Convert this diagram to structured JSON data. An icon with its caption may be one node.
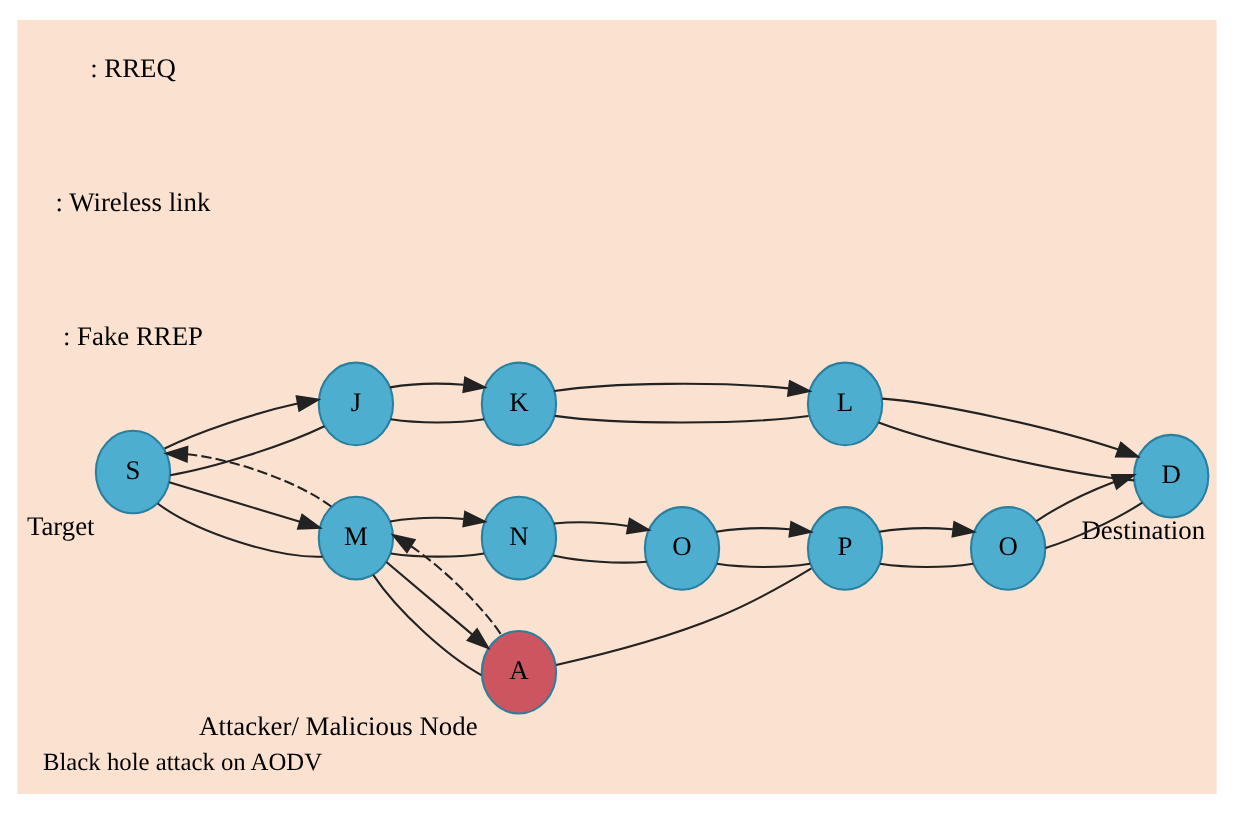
{
  "diagram": {
    "caption": "Black hole attack on AODV",
    "nodes": [
      {
        "text": [
          "S"
        ],
        "beside": [
          "Target"
        ]
      },
      {
        "text": [
          "J"
        ]
      },
      {
        "text": [
          "K"
        ]
      },
      {
        "text": [
          "L"
        ]
      },
      {
        "text": [
          "D"
        ],
        "beside": [
          "Destination"
        ]
      },
      {
        "text": [
          "N"
        ]
      },
      {
        "text": [
          "M"
        ]
      },
      {
        "text": [
          "A"
        ],
        "beside": [
          "Attacker/ Malicious Node"
        ]
      },
      {
        "text": [
          "O"
        ]
      },
      {
        "text": [
          "P"
        ]
      },
      {
        "text": [
          "O"
        ]
      }
    ],
    "edges": [
      {
        "from": 0,
        "to": 1,
        "arrow": "none"
      },
      {
        "from": 1,
        "to": 2,
        "arrow": "none"
      },
      {
        "from": 2,
        "to": 3,
        "arrow": "none"
      },
      {
        "from": 3,
        "to": 4,
        "arrow": "none"
      },
      {
        "from": 0,
        "to": 6,
        "arrow": "none"
      },
      {
        "from": 6,
        "to": 5,
        "arrow": "none"
      },
      {
        "from": 5,
        "to": 8,
        "arrow": "none"
      },
      {
        "from": 8,
        "to": 9,
        "arrow": "none"
      },
      {
        "from": 9,
        "to": 10,
        "arrow": "none"
      },
      {
        "from": 10,
        "to": 4,
        "arrow": "none"
      },
      {
        "from": 6,
        "to": 7,
        "arrow": "none"
      },
      {
        "from": 7,
        "to": 9,
        "arrow": "none"
      },
      {
        "from": 0,
        "to": 1,
        "arrow": "to"
      },
      {
        "from": 1,
        "to": 2,
        "arrow": "to"
      },
      {
        "from": 2,
        "to": 3,
        "arrow": "to"
      },
      {
        "from": 3,
        "to": 4,
        "arrow": "to"
      },
      {
        "from": 0,
        "to": 6,
        "arrow": "to"
      },
      {
        "from": 6,
        "to": 5,
        "arrow": "to"
      },
      {
        "from": 5,
        "to": 8,
        "arrow": "to"
      },
      {
        "from": 8,
        "to": 9,
        "arrow": "to"
      },
      {
        "from": 9,
        "to": 10,
        "arrow": "to"
      },
      {
        "from": 10,
        "to": 4,
        "arrow": "to"
      },
      {
        "from": 6,
        "to": 7,
        "arrow": "to"
      },
      {
        "from": 7,
        "to": 6,
        "arrow": "to",
        "style": "dashed"
      },
      {
        "from": 6,
        "to": 0,
        "arrow": "to",
        "style": "dashed"
      }
    ],
    "legend": [
      {
        "text": ": RREQ"
      },
      {
        "text": ": Wireless link"
      },
      {
        "text": ": Fake RREP"
      }
    ]
  }
}
